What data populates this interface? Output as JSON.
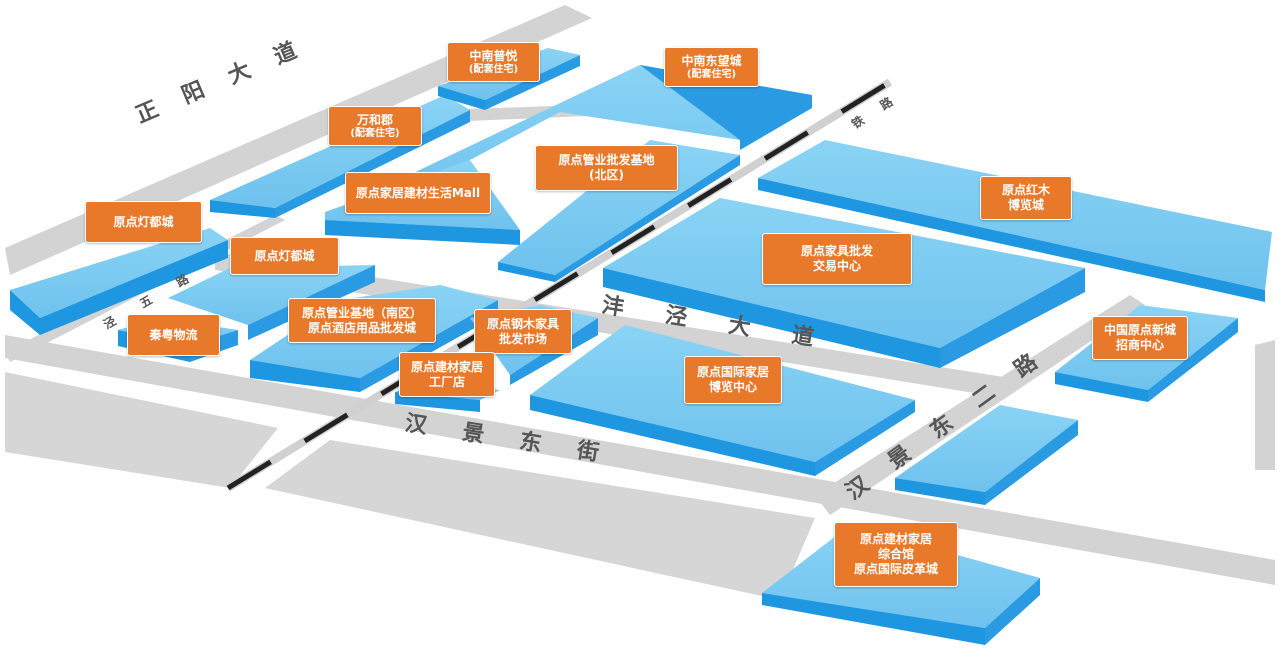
{
  "colors": {
    "road": "#d3d3d3",
    "block_top": "#7ecbf2",
    "block_front": "#1f96e0",
    "block_side": "#56b4ea",
    "label_bg": "#e8782a",
    "label_text": "#ffffff",
    "railway": "#222222"
  },
  "roads": {
    "zhengyang": "正阳大道",
    "fengjing": "沣泾大道",
    "hanjing_east_street": "汉景东街",
    "hanjing_east_2nd_road": "汉景东二路",
    "jingwu_road": "泾五路",
    "railway": "铁路"
  },
  "labels": {
    "zhongnan_pucyue": {
      "line1": "中南普悦",
      "line2": "(配套住宅)"
    },
    "zhongnan_dongwang": {
      "line1": "中南东望城",
      "line2": "(配套住宅)"
    },
    "wanhejun": {
      "line1": "万和郡",
      "line2": "(配套住宅)"
    },
    "mall": {
      "line1": "原点家居建材生活Mall"
    },
    "pipe_north": {
      "line1": "原点管业批发基地",
      "line2": "(北区)"
    },
    "redwood": {
      "line1": "原点红木",
      "line2": "博览城"
    },
    "lighting_1": {
      "line1": "原点灯都城"
    },
    "lighting_2": {
      "line1": "原点灯都城"
    },
    "furniture_wholesale": {
      "line1": "原点家具批发",
      "line2": "交易中心"
    },
    "pipe_south": {
      "line1": "原点管业基地（南区）",
      "line2": "原点酒店用品批发城"
    },
    "steel_wood": {
      "line1": "原点钢木家具",
      "line2": "批发市场"
    },
    "qinyue": {
      "line1": "秦粤物流"
    },
    "new_city": {
      "line1": "中国原点新城",
      "line2": "招商中心"
    },
    "factory": {
      "line1": "原点建材家居",
      "line2": "工厂店"
    },
    "intl_furniture": {
      "line1": "原点国际家居",
      "line2": "博览中心"
    },
    "complex": {
      "line1": "原点建材家居",
      "line2": "综合馆",
      "line3": "原点国际皮革城"
    }
  }
}
